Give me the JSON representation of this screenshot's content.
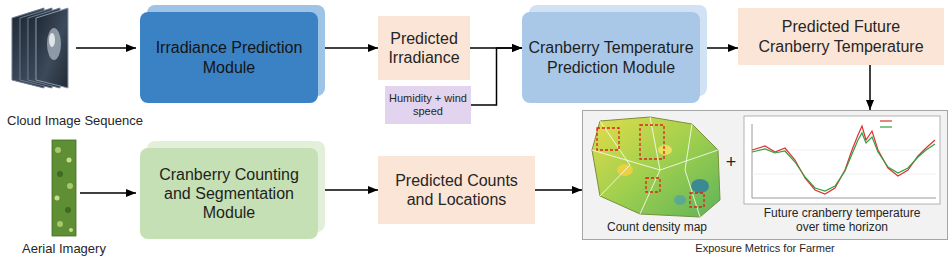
{
  "diagram": {
    "nodes": [
      {
        "text": [
          "Irradiance Prediction Module"
        ]
      },
      {
        "text": [
          "Predicted Irradiance"
        ]
      },
      {
        "text": [
          "Humidity + wind speed"
        ]
      },
      {
        "text": [
          "Cranberry Temperature Prediction Module"
        ]
      },
      {
        "text": [
          "Predicted Future Cranberry Temperature"
        ]
      },
      {
        "text": [
          "Cranberry Counting and Segmentation Module"
        ]
      },
      {
        "text": [
          "Predicted Counts and Locations"
        ]
      },
      {
        "text": [
          "Exposure Metrics for Farmer"
        ]
      }
    ],
    "edges": [
      {
        "from": 0,
        "to": 1,
        "arrow": "to"
      },
      {
        "from": 1,
        "to": 3,
        "arrow": "to"
      },
      {
        "from": 2,
        "to": 3,
        "arrow": "to"
      },
      {
        "from": 3,
        "to": 4,
        "arrow": "to"
      },
      {
        "from": 4,
        "to": 7,
        "arrow": "to"
      },
      {
        "from": 5,
        "to": 6,
        "arrow": "to"
      },
      {
        "from": 6,
        "to": 7,
        "arrow": "to"
      }
    ],
    "labels": [
      "Cloud Image Sequence",
      "Aerial Imagery",
      "Count density map",
      "+",
      "Future cranberry temperature over time horizon"
    ]
  }
}
